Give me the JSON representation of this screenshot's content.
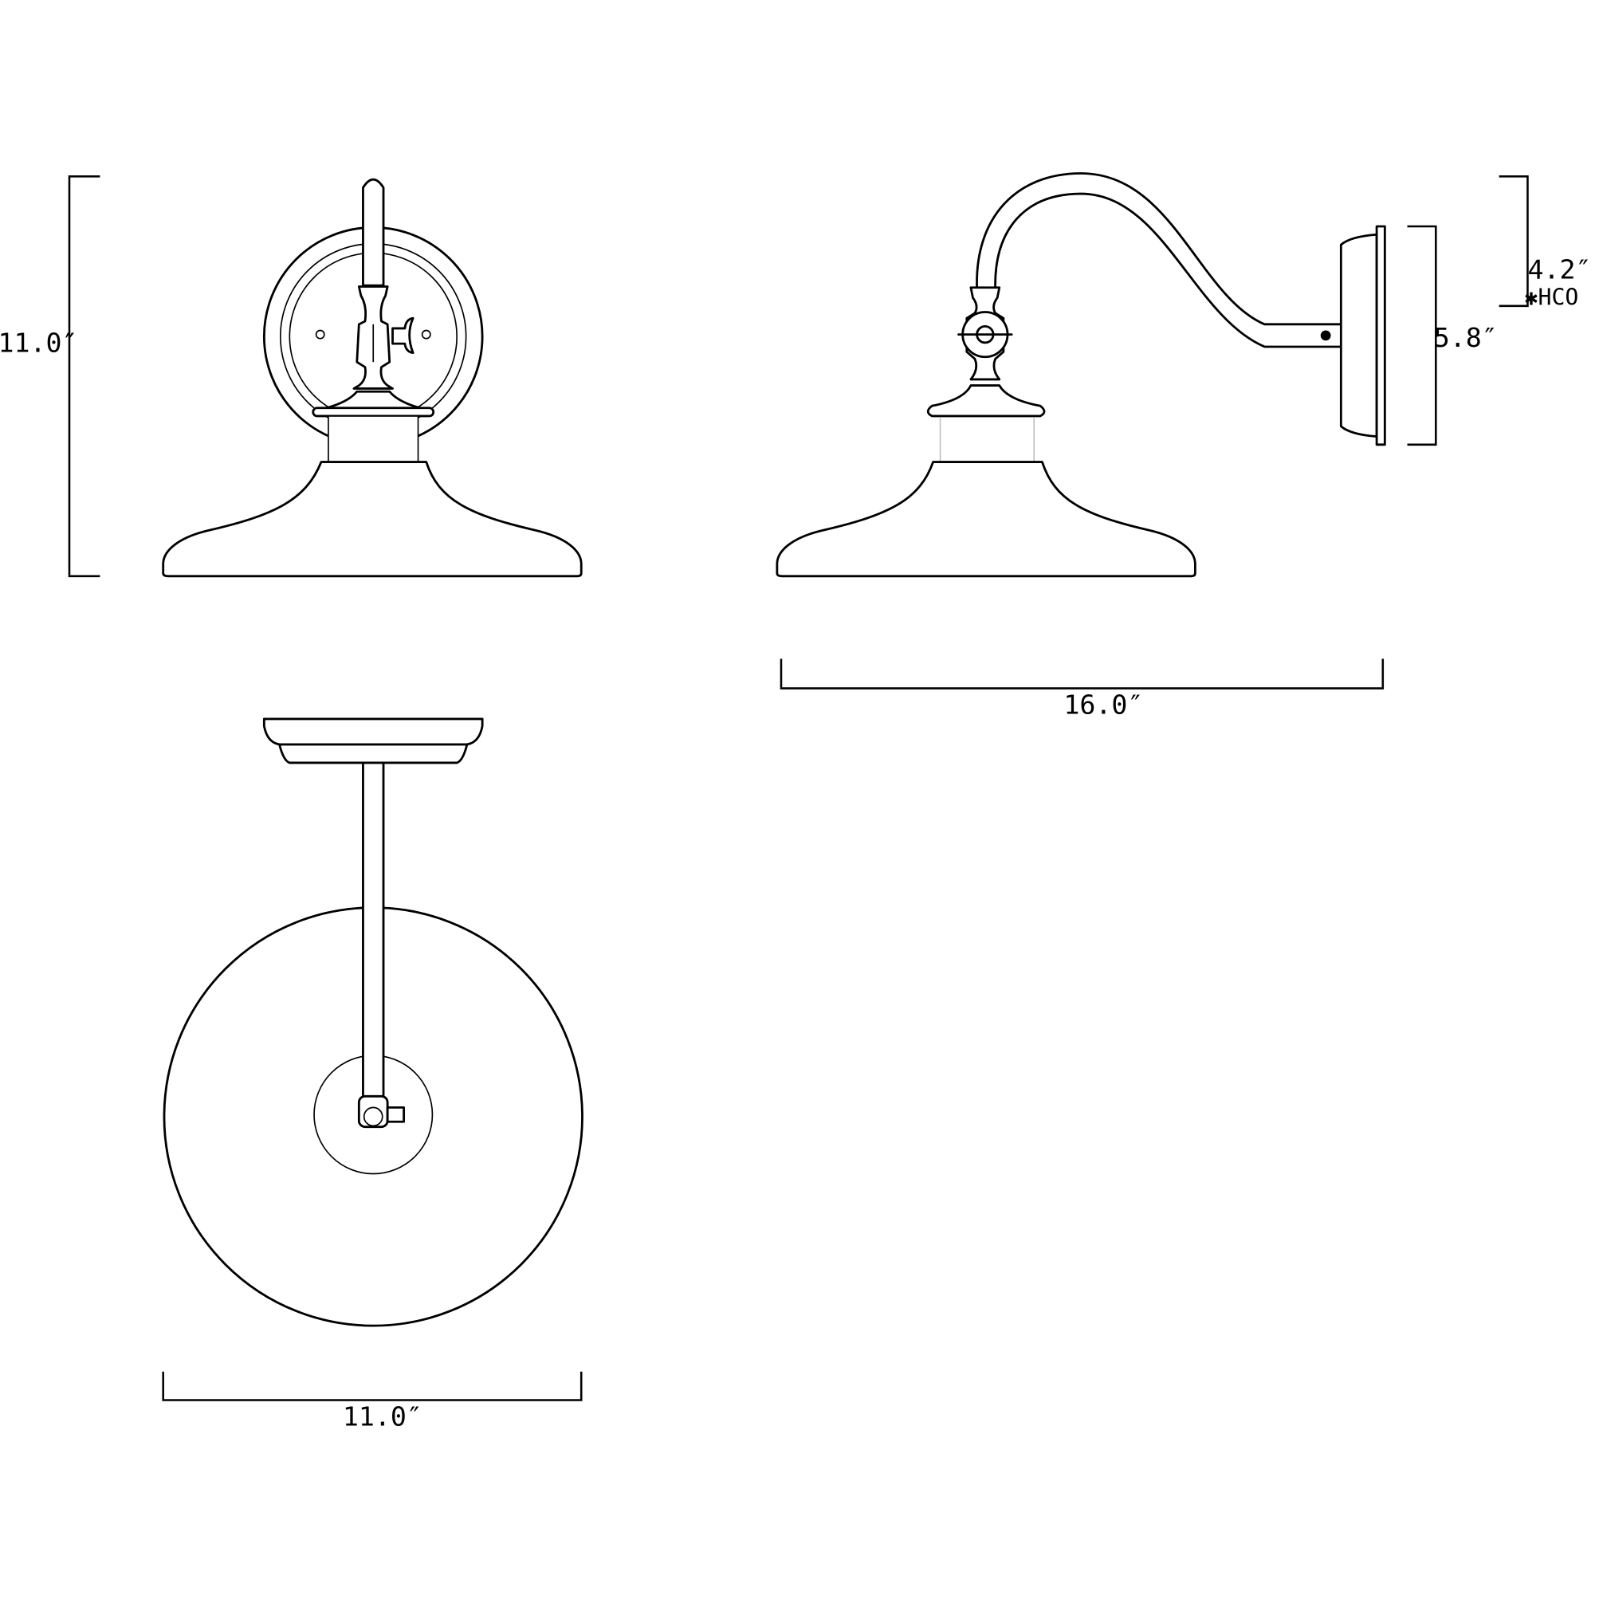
{
  "dimensions": {
    "front_height": "11.0″",
    "side_width": "16.0″",
    "backplate_height": "5.8″",
    "hco_height": "4.2″",
    "hco_label": "✱HCO",
    "top_diameter": "11.0″"
  },
  "colors": {
    "line": "#000000",
    "background": "#ffffff"
  }
}
